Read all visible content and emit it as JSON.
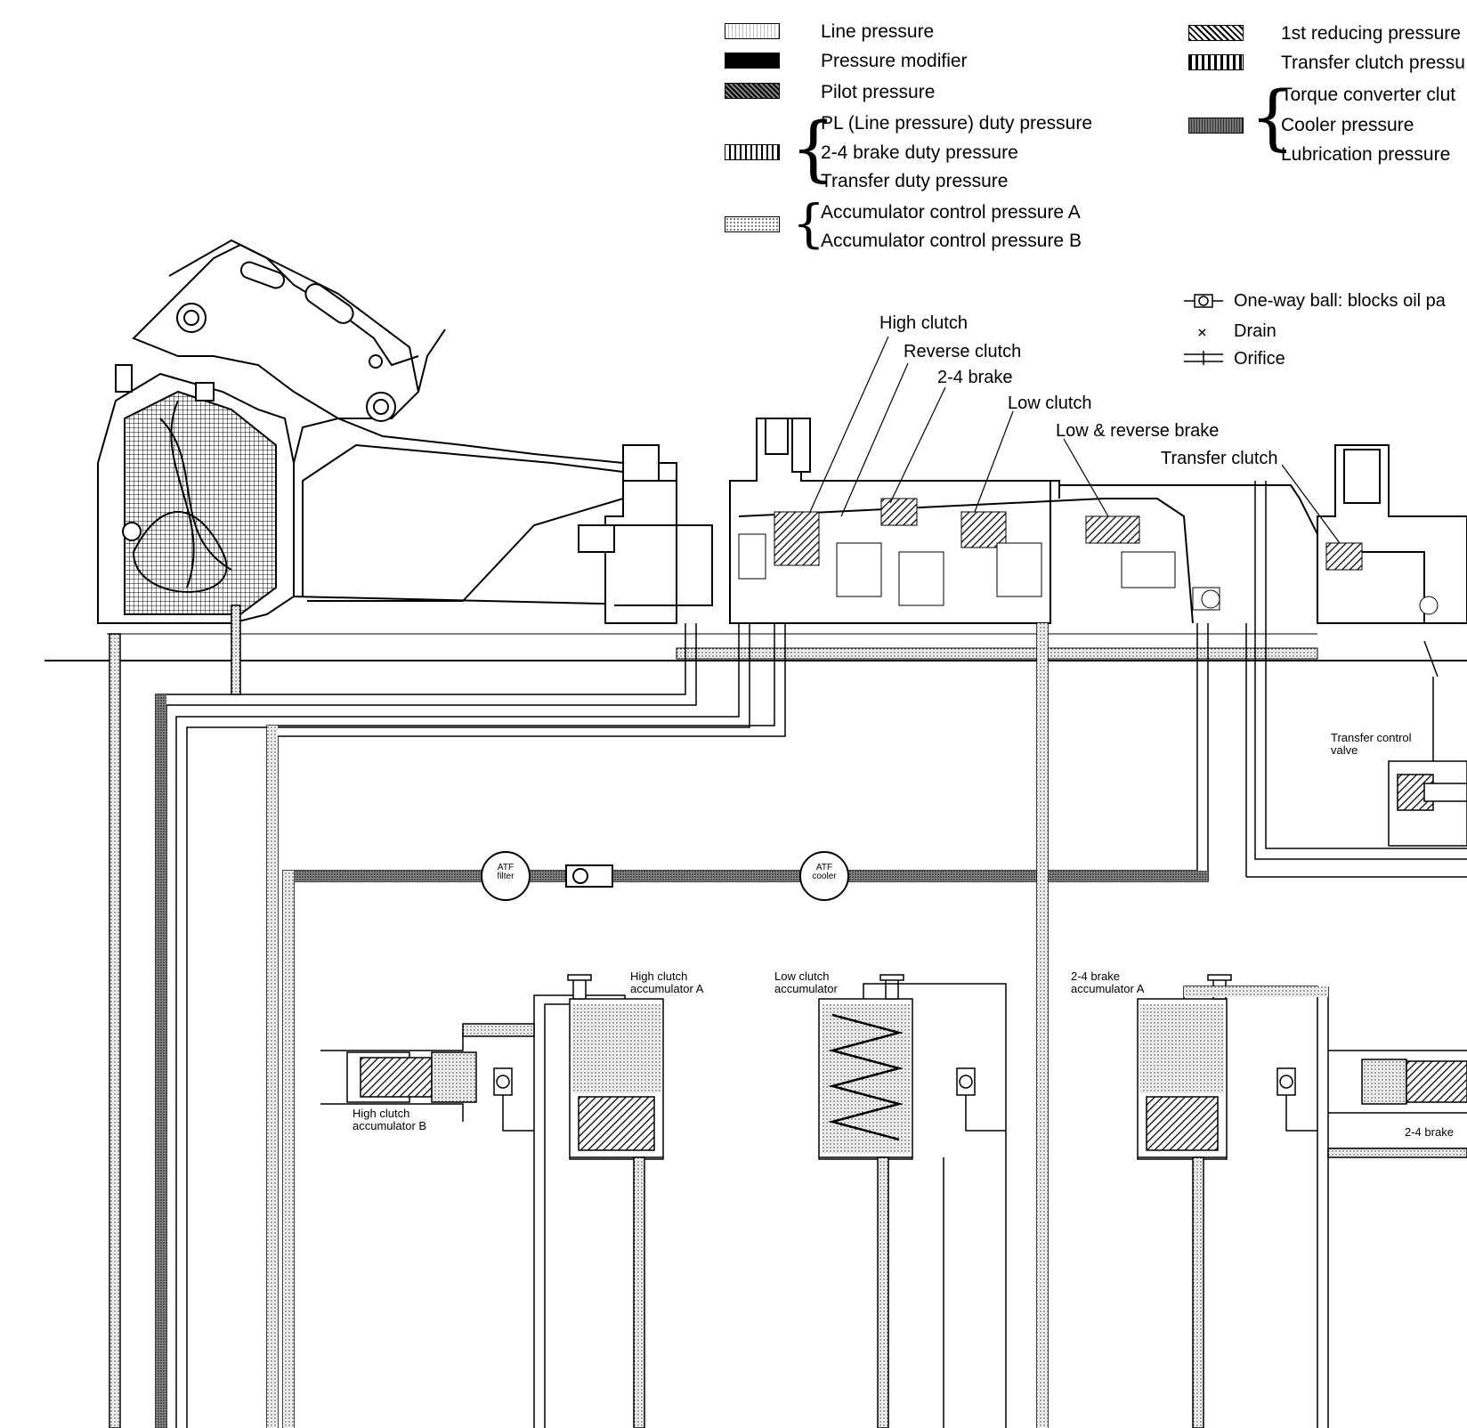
{
  "legend": {
    "line_pressure": "Line pressure",
    "pressure_modifier": "Pressure modifier",
    "pilot_pressure": "Pilot pressure",
    "pl_duty": "PL (Line pressure) duty pressure",
    "brake_duty": "2-4 brake duty pressure",
    "transfer_duty": "Transfer duty pressure",
    "acc_a": "Accumulator control pressure A",
    "acc_b": "Accumulator control pressure B",
    "first_reducing": "1st reducing pressure",
    "transfer_clutch_pressure": "Transfer clutch pressu",
    "torque_converter": "Torque converter clut",
    "cooler": "Cooler pressure",
    "lubrication": "Lubrication pressure"
  },
  "symbols": {
    "one_way_ball": "One-way ball: blocks oil pa",
    "drain": "Drain",
    "drain_glyph": "×",
    "orifice": "Orifice"
  },
  "components": {
    "high_clutch": "High clutch",
    "reverse_clutch": "Reverse clutch",
    "brake_24": "2-4 brake",
    "low_clutch": "Low clutch",
    "low_reverse_brake": "Low & reverse brake",
    "transfer_clutch": "Transfer clutch",
    "transfer_control_valve": "Transfer control valve",
    "atf_filter": "ATF filter",
    "atf_cooler": "ATF cooler",
    "high_clutch_acc_a": "High clutch accumulator A",
    "low_clutch_acc": "Low clutch accumulator",
    "brake_24_acc_a": "2-4 brake accumulator A",
    "high_clutch_acc_b": "High clutch accumulator B",
    "brake_24_right": "2-4 brake"
  }
}
